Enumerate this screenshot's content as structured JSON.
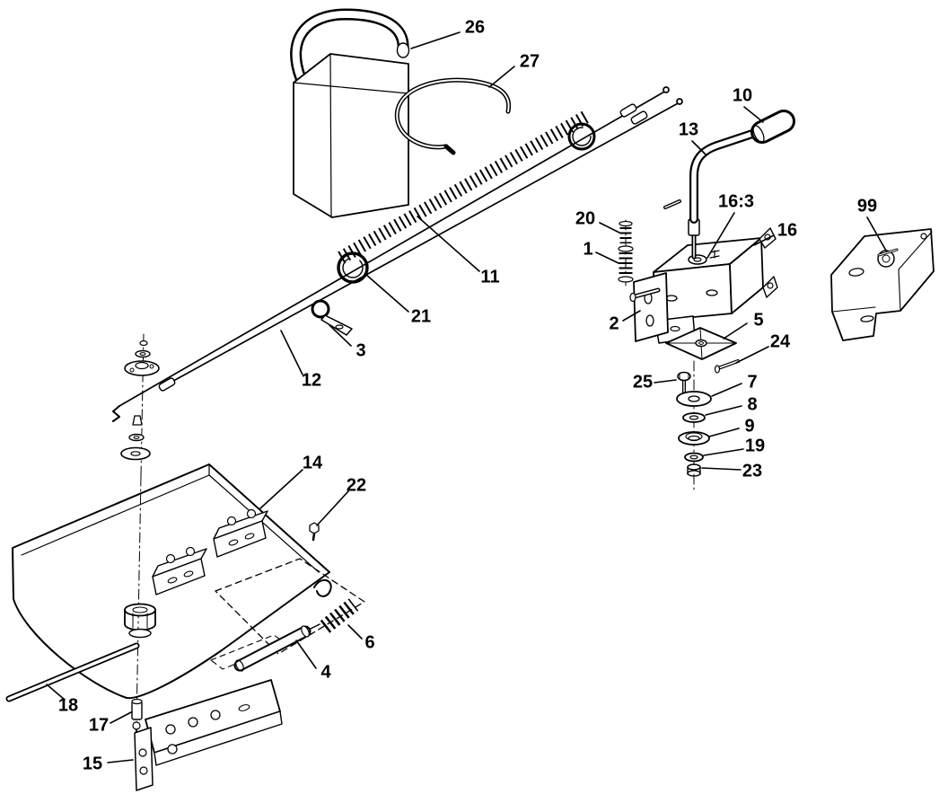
{
  "diagram": {
    "background_color": "#ffffff",
    "line_color": "#000000",
    "text_color": "#000000"
  },
  "labels": [
    {
      "id": "callout-26",
      "text": "26"
    },
    {
      "id": "callout-27",
      "text": "27"
    },
    {
      "id": "callout-10",
      "text": "10"
    },
    {
      "id": "callout-13",
      "text": "13"
    },
    {
      "id": "callout-16-3",
      "text": "16:3"
    },
    {
      "id": "callout-99",
      "text": "99"
    },
    {
      "id": "callout-20",
      "text": "20"
    },
    {
      "id": "callout-16",
      "text": "16"
    },
    {
      "id": "callout-1",
      "text": "1"
    },
    {
      "id": "callout-11",
      "text": "11"
    },
    {
      "id": "callout-21",
      "text": "21"
    },
    {
      "id": "callout-2",
      "text": "2"
    },
    {
      "id": "callout-5",
      "text": "5"
    },
    {
      "id": "callout-24",
      "text": "24"
    },
    {
      "id": "callout-3",
      "text": "3"
    },
    {
      "id": "callout-12",
      "text": "12"
    },
    {
      "id": "callout-25",
      "text": "25"
    },
    {
      "id": "callout-7",
      "text": "7"
    },
    {
      "id": "callout-8",
      "text": "8"
    },
    {
      "id": "callout-9",
      "text": "9"
    },
    {
      "id": "callout-19",
      "text": "19"
    },
    {
      "id": "callout-23",
      "text": "23"
    },
    {
      "id": "callout-14",
      "text": "14"
    },
    {
      "id": "callout-22",
      "text": "22"
    },
    {
      "id": "callout-6",
      "text": "6"
    },
    {
      "id": "callout-4",
      "text": "4"
    },
    {
      "id": "callout-18",
      "text": "18"
    },
    {
      "id": "callout-17",
      "text": "17"
    },
    {
      "id": "callout-15",
      "text": "15"
    }
  ]
}
